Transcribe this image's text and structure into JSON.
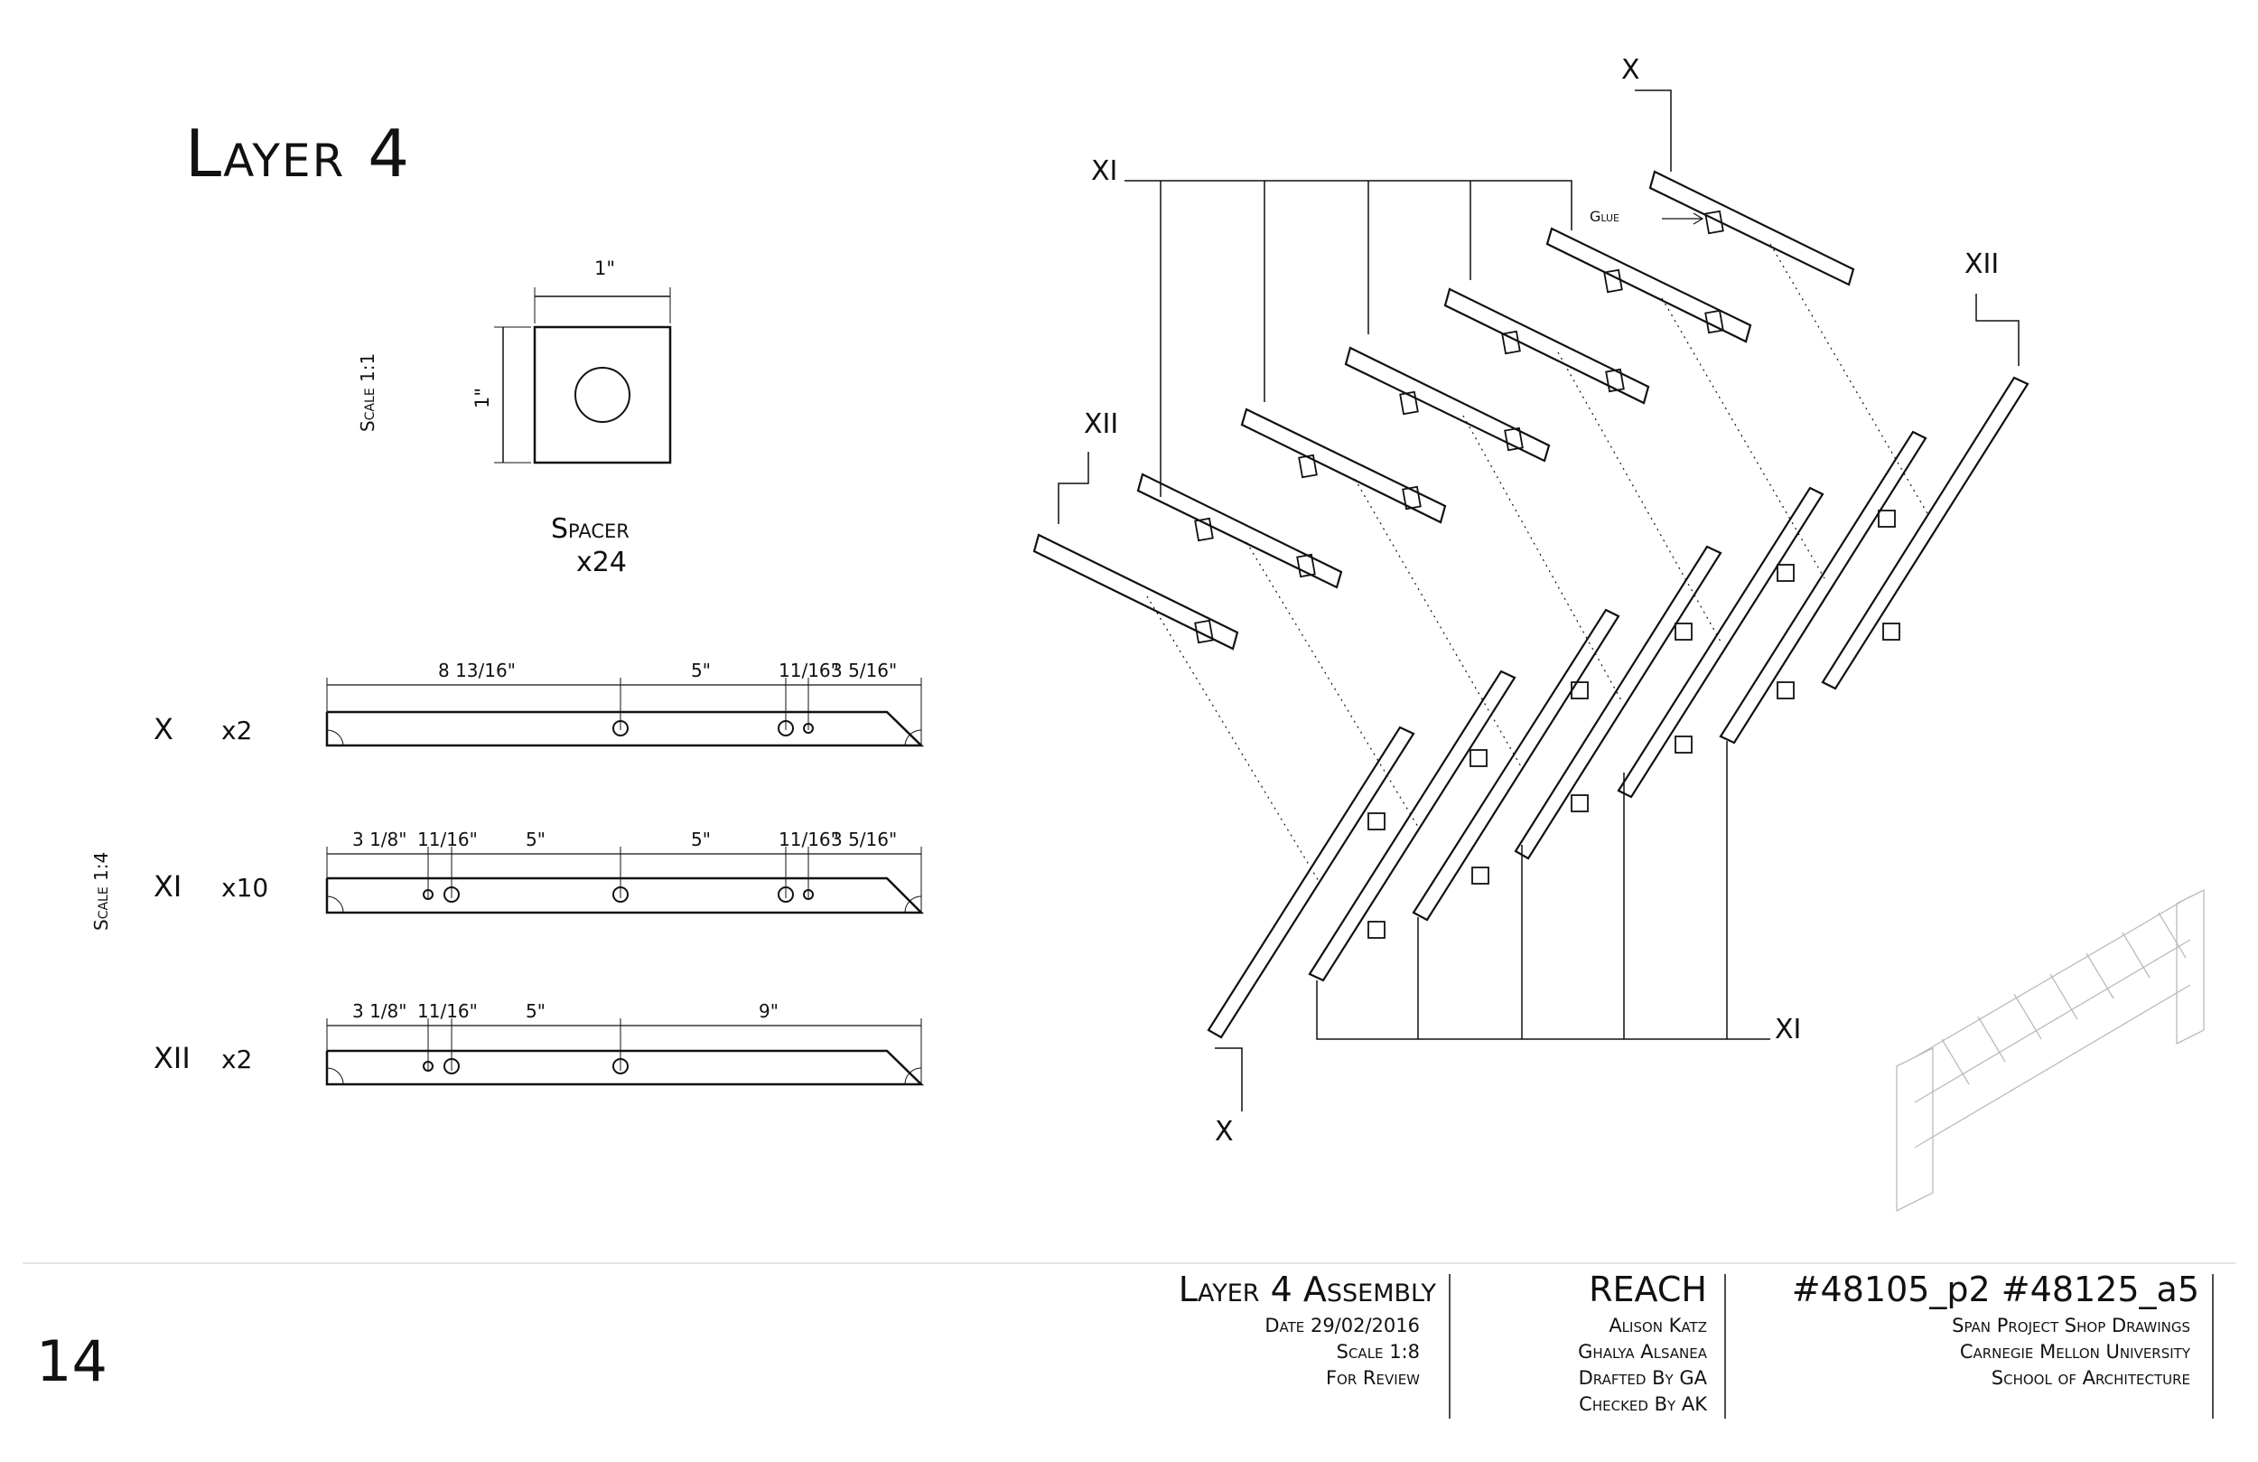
{
  "sheet": {
    "title": "Layer 4",
    "page_number": "14"
  },
  "spacer": {
    "scale": "Scale 1:1",
    "width_dim": "1\"",
    "height_dim": "1\"",
    "name": "Spacer",
    "qty": "x24"
  },
  "members": {
    "scale": "Scale 1:4",
    "rows": [
      {
        "id": "X",
        "qty": "x2",
        "dims": [
          "8 13/16\"",
          "5\"",
          "11/16\"",
          "3 5/16\""
        ]
      },
      {
        "id": "XI",
        "qty": "x10",
        "dims": [
          "3 1/8\"",
          "11/16\"",
          "5\"",
          "5\"",
          "11/16\"",
          "3 5/16\""
        ]
      },
      {
        "id": "XII",
        "qty": "x2",
        "dims": [
          "3 1/8\"",
          "11/16\"",
          "5\"",
          "9\""
        ]
      }
    ]
  },
  "assembly": {
    "labels": {
      "x_top": "X",
      "xi_top": "XI",
      "xii_left": "XII",
      "xii_right": "XII",
      "x_bottom": "X",
      "xi_bottom": "XI"
    },
    "glue_label": "Glue"
  },
  "title_block": {
    "drawing_title": "Layer 4 Assembly",
    "date": "Date 29/02/2016",
    "scale": "Scale 1:8",
    "status": "For Review",
    "project": "REACH",
    "author1": "Alison Katz",
    "author2": "Ghalya Alsanea",
    "drafted": "Drafted By GA",
    "checked": "Checked By AK",
    "course": "#48105_p2 #48125_a5",
    "project_name": "Span Project Shop Drawings",
    "university": "Carnegie Mellon University",
    "school": "School of Architecture"
  }
}
